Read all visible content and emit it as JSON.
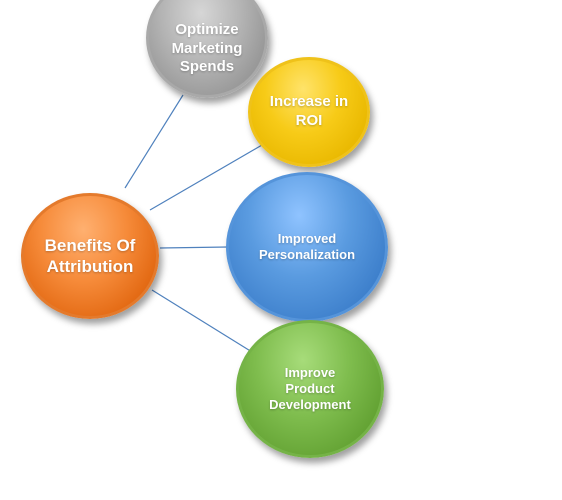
{
  "diagram": {
    "center": {
      "label": "Benefits Of\nAttribution",
      "color": "#f07d2a"
    },
    "nodes": [
      {
        "id": "optimize",
        "label": "Optimize\nMarketing\nSpends",
        "color": "#a6a6a6"
      },
      {
        "id": "roi",
        "label": "Increase in\nROI",
        "color": "#f2c313"
      },
      {
        "id": "personalization",
        "label": "Improved\nPersonalization",
        "color": "#4e8fd8"
      },
      {
        "id": "product",
        "label": "Improve\nProduct\nDevelopment",
        "color": "#70ad47"
      }
    ],
    "connector_color": "#4f81bd"
  }
}
